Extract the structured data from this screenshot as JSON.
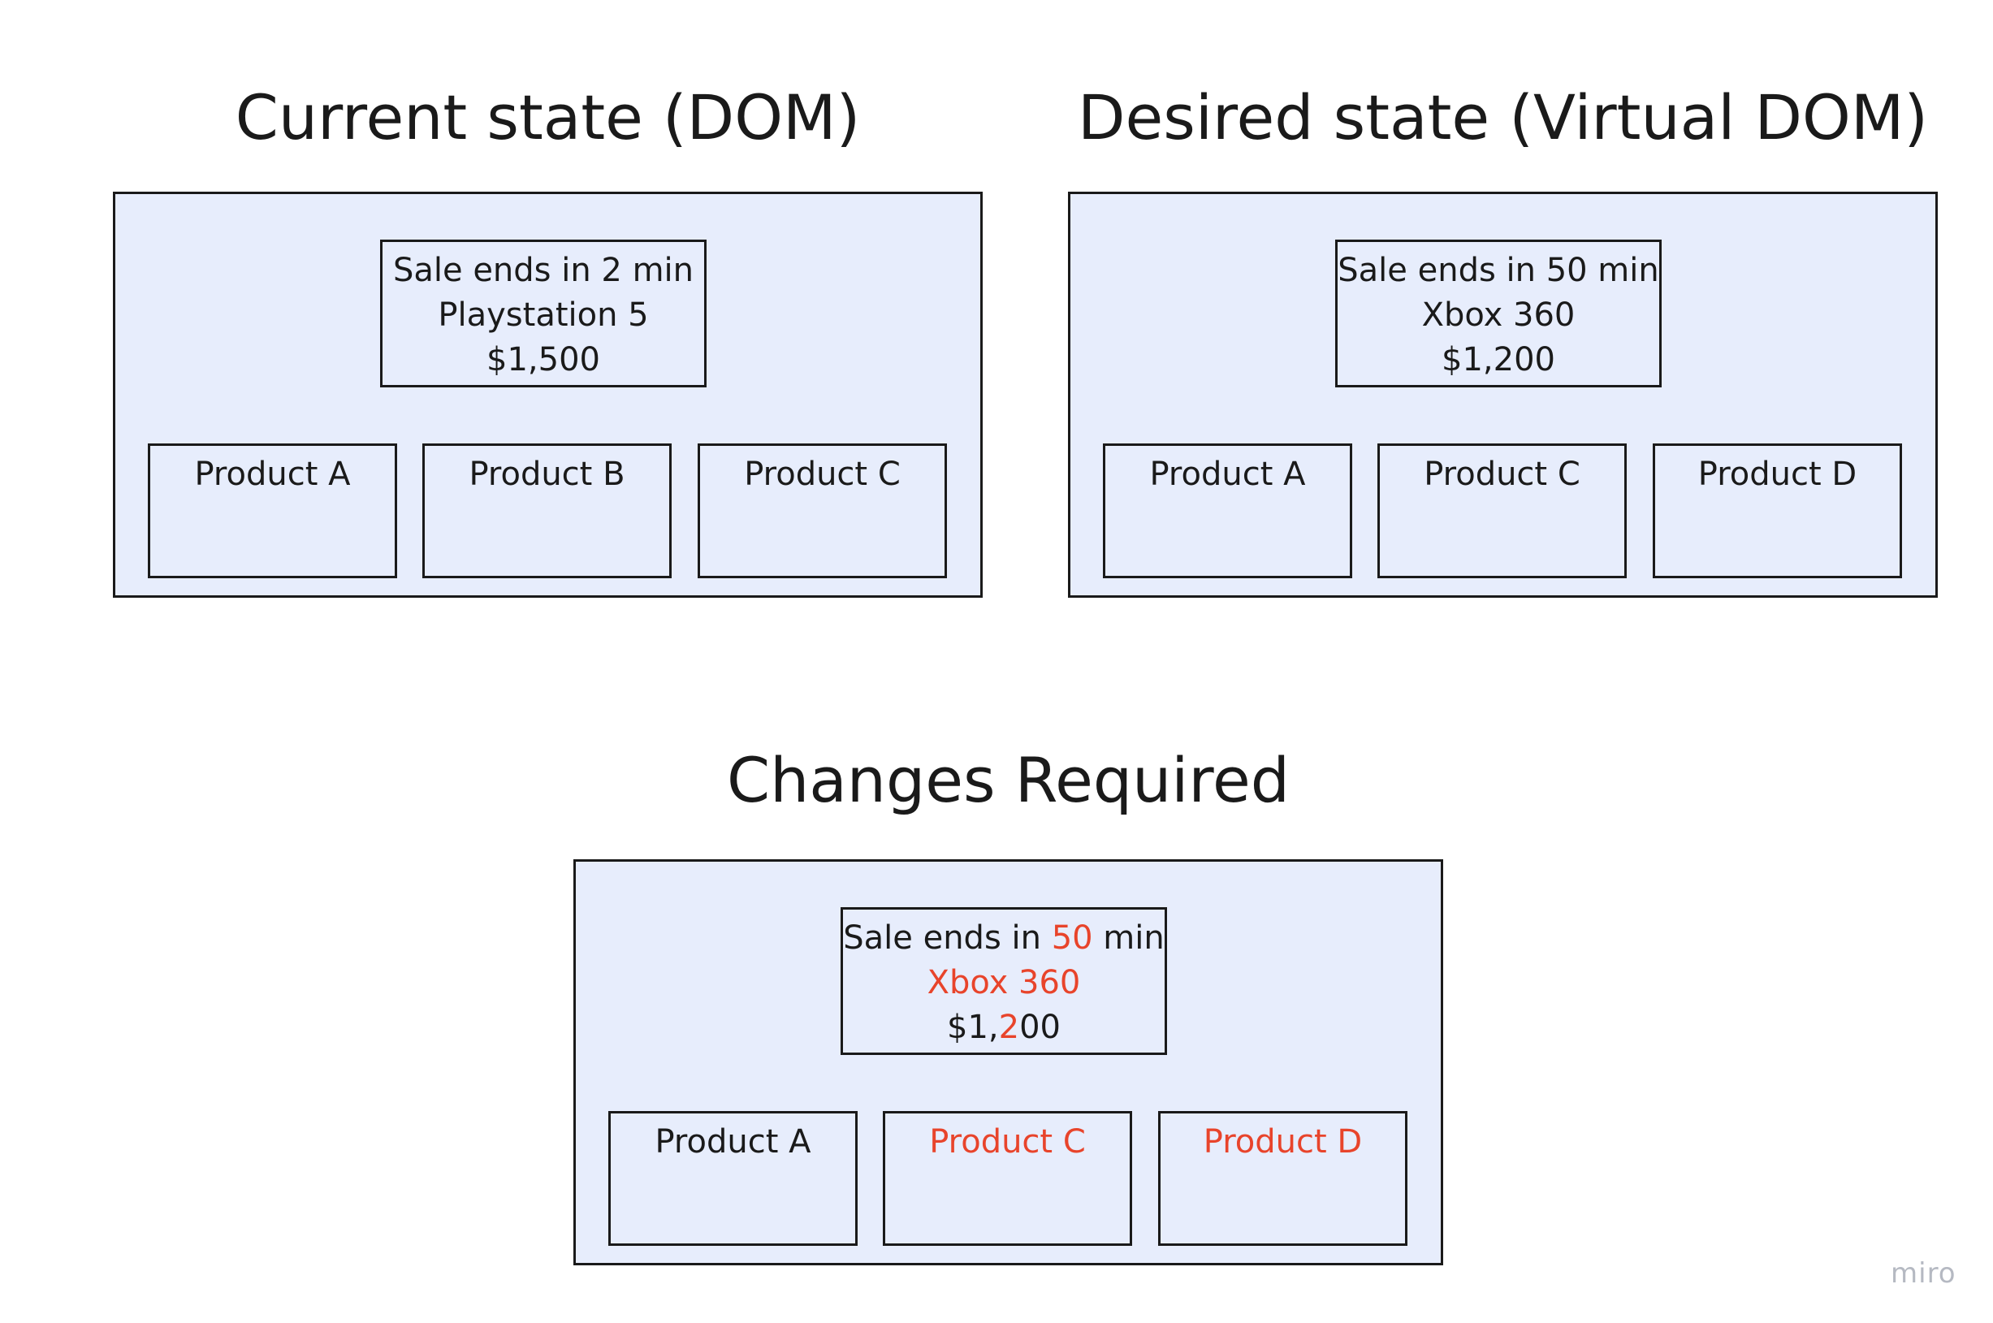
{
  "current": {
    "title": "Current state (DOM)",
    "sale": {
      "line1": "Sale ends in 2 min",
      "line2": "Playstation 5",
      "line3": "$1,500"
    },
    "products": [
      "Product A",
      "Product B",
      "Product C"
    ]
  },
  "desired": {
    "title": "Desired state (Virtual DOM)",
    "sale": {
      "line1": "Sale ends in 50 min",
      "line2": "Xbox 360",
      "line3": "$1,200"
    },
    "products": [
      "Product A",
      "Product C",
      "Product D"
    ]
  },
  "changes": {
    "title": "Changes Required",
    "sale": {
      "line1_prefix": "Sale ends in ",
      "line1_changed": "50",
      "line1_suffix": " min",
      "line2": "Xbox 360",
      "line3_prefix": "$1,",
      "line3_changed": "2",
      "line3_suffix": "00"
    },
    "products": [
      "Product A",
      "Product C",
      "Product D"
    ]
  },
  "colors": {
    "frame_fill": "#e7edfc",
    "border": "#1a1a1a",
    "changed_text": "#e8442b"
  },
  "watermark": "miro"
}
